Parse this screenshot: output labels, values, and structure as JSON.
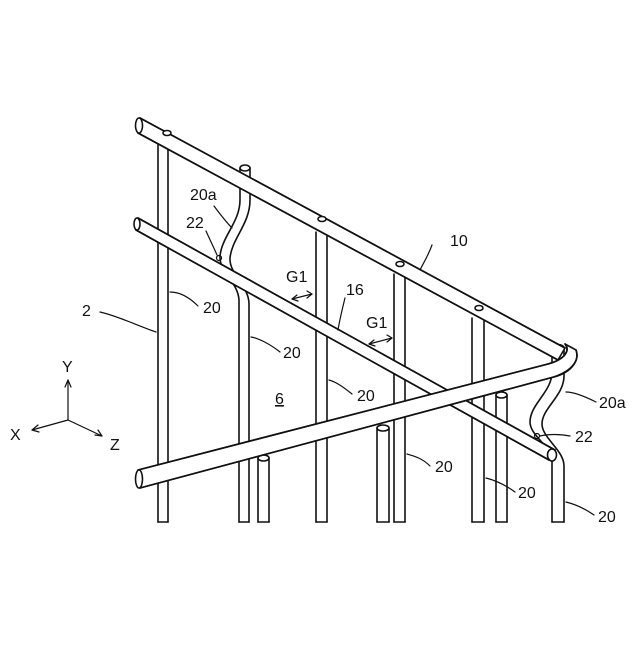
{
  "labels": {
    "rail_top": "10",
    "rail_mid": "16",
    "panel": "2",
    "mesh_area": "6",
    "wire": "20",
    "bent_wire": "20a",
    "bend": "22",
    "gap": "G1"
  },
  "axes": {
    "x": "X",
    "y": "Y",
    "z": "Z"
  }
}
